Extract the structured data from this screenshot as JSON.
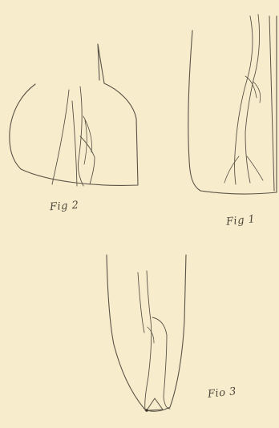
{
  "plate": {
    "background": "#f7eccb",
    "ink": "#5a5347"
  },
  "figures": [
    {
      "id": "fig2",
      "label": "Fig 2"
    },
    {
      "id": "fig1",
      "label": "Fig 1"
    },
    {
      "id": "fig3",
      "label": "Fio 3"
    }
  ]
}
